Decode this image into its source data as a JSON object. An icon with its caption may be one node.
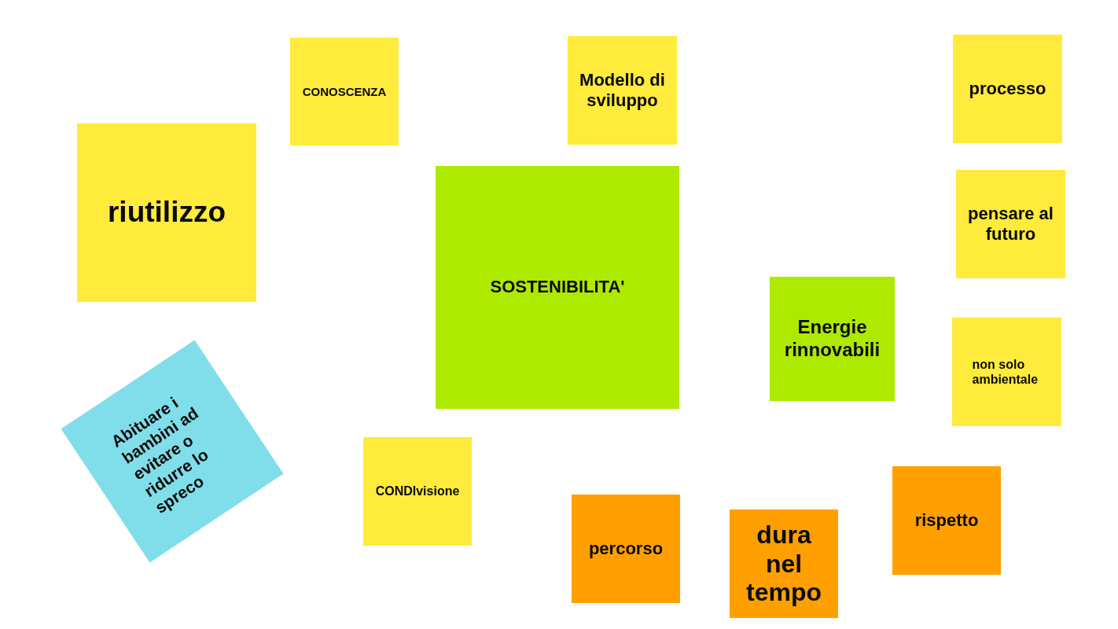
{
  "diagram": {
    "nodes": [
      {
        "text": [
          "CONOSCENZA"
        ]
      },
      {
        "text": [
          "Modello di sviluppo"
        ]
      },
      {
        "text": [
          "processo"
        ]
      },
      {
        "text": [
          "riutilizzo"
        ]
      },
      {
        "text": [
          "SOSTENIBILITA'"
        ]
      },
      {
        "text": [
          "pensare al futuro"
        ]
      },
      {
        "text": [
          "Energie rinnovabili"
        ]
      },
      {
        "text": [
          "non solo ambientale"
        ]
      },
      {
        "text": [
          "Abituare i bambini ad evitare o ridurre lo spreco"
        ]
      },
      {
        "text": [
          "CONDIvisione"
        ]
      },
      {
        "text": [
          "percorso"
        ]
      },
      {
        "text": [
          "dura nel tempo"
        ]
      },
      {
        "text": [
          "rispetto"
        ]
      }
    ]
  }
}
